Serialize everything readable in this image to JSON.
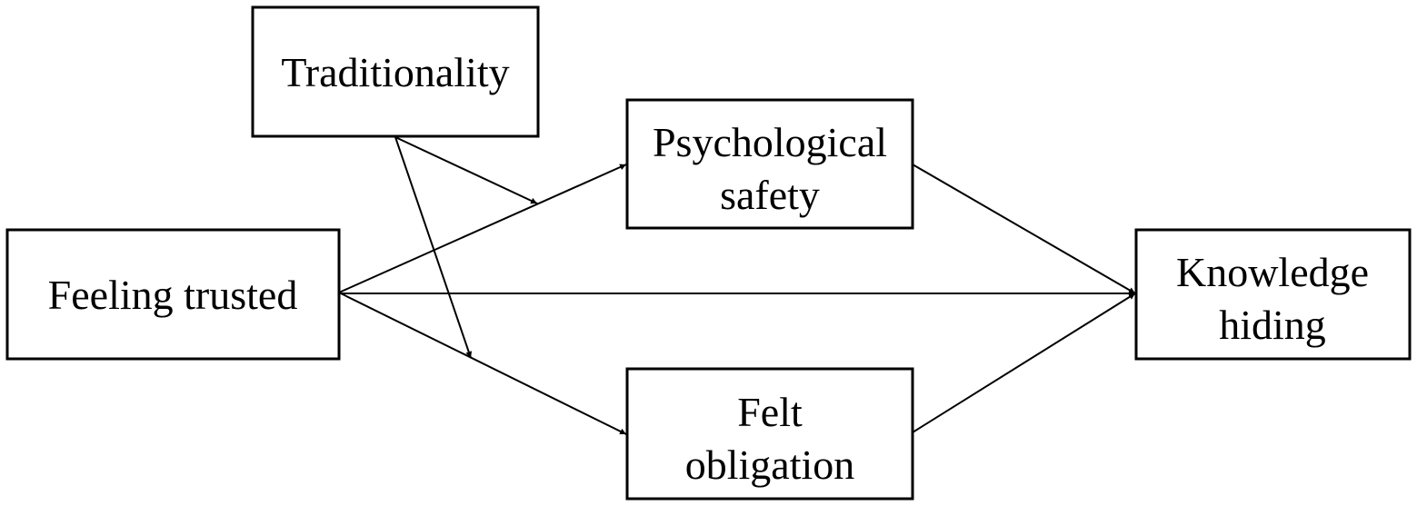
{
  "diagram": {
    "nodes": {
      "traditionality": {
        "lines": [
          "Traditionality"
        ]
      },
      "feeling_trusted": {
        "lines": [
          "Feeling trusted"
        ]
      },
      "psychological_safety": {
        "lines": [
          "Psychological",
          "safety"
        ]
      },
      "felt_obligation": {
        "lines": [
          "Felt",
          "obligation"
        ]
      },
      "knowledge_hiding": {
        "lines": [
          "Knowledge",
          "hiding"
        ]
      }
    },
    "edges": [
      {
        "from": "feeling_trusted",
        "to": "psychological_safety"
      },
      {
        "from": "feeling_trusted",
        "to": "felt_obligation"
      },
      {
        "from": "feeling_trusted",
        "to": "knowledge_hiding"
      },
      {
        "from": "psychological_safety",
        "to": "knowledge_hiding"
      },
      {
        "from": "felt_obligation",
        "to": "knowledge_hiding"
      },
      {
        "from": "traditionality",
        "to": "feeling_trusted->psychological_safety",
        "type": "moderation"
      },
      {
        "from": "traditionality",
        "to": "feeling_trusted->felt_obligation",
        "type": "moderation"
      }
    ]
  }
}
